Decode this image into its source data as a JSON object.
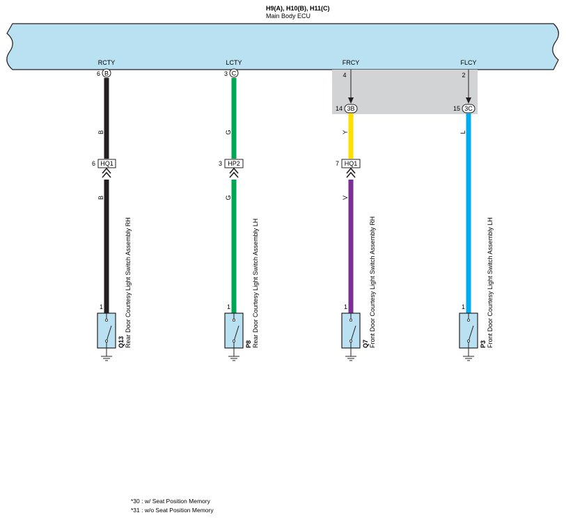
{
  "ecu": {
    "connectors": "H9(A), H10(B), H11(C)",
    "name": "Main Body ECU",
    "fill_color": "#b9e1f2"
  },
  "shield_color": "#d1d3d5",
  "circuits": [
    {
      "terminal_name": "RCTY",
      "ecu_pin": "6",
      "ecu_connector": "B",
      "wire_top_color": "B",
      "wire_bottom_color": "B",
      "junction_pin": "6",
      "junction_name": "HQ1",
      "switch_pin": "1",
      "switch_code": "Q13",
      "switch_name": "Rear Door Courtesy Light Switch Assembly RH",
      "color_top": "#231f20",
      "color_bottom": "#231f20"
    },
    {
      "terminal_name": "LCTY",
      "ecu_pin": "3",
      "ecu_connector": "C",
      "wire_top_color": "G",
      "wire_bottom_color": "G",
      "junction_pin": "3",
      "junction_name": "HP2",
      "switch_pin": "1",
      "switch_code": "P8",
      "switch_name": "Rear Door Courtesy Light Switch Assembly LH",
      "color_top": "#00a651",
      "color_bottom": "#00a651"
    },
    {
      "terminal_name": "FRCY",
      "ecu_pin": "4",
      "conn_pin": "14",
      "conn_name": "3B",
      "wire_top_color": "Y",
      "wire_bottom_color": "V",
      "junction_pin": "7",
      "junction_name": "HQ1",
      "switch_pin": "1",
      "switch_code": "Q7",
      "switch_name": "Front Door Courtesy Light Switch Assembly RH",
      "color_top": "#ffde00",
      "color_bottom": "#7b2f93"
    },
    {
      "terminal_name": "FLCY",
      "ecu_pin": "2",
      "conn_pin": "15",
      "conn_name": "3C",
      "wire_top_color": "L",
      "switch_pin": "1",
      "switch_code": "P3",
      "switch_name": "Front Door Courtesy Light Switch Assembly LH",
      "color_top": "#00aeef"
    }
  ],
  "notes": [
    "*30 : w/ Seat Position Memory",
    "*31 : w/o Seat Position Memory"
  ]
}
